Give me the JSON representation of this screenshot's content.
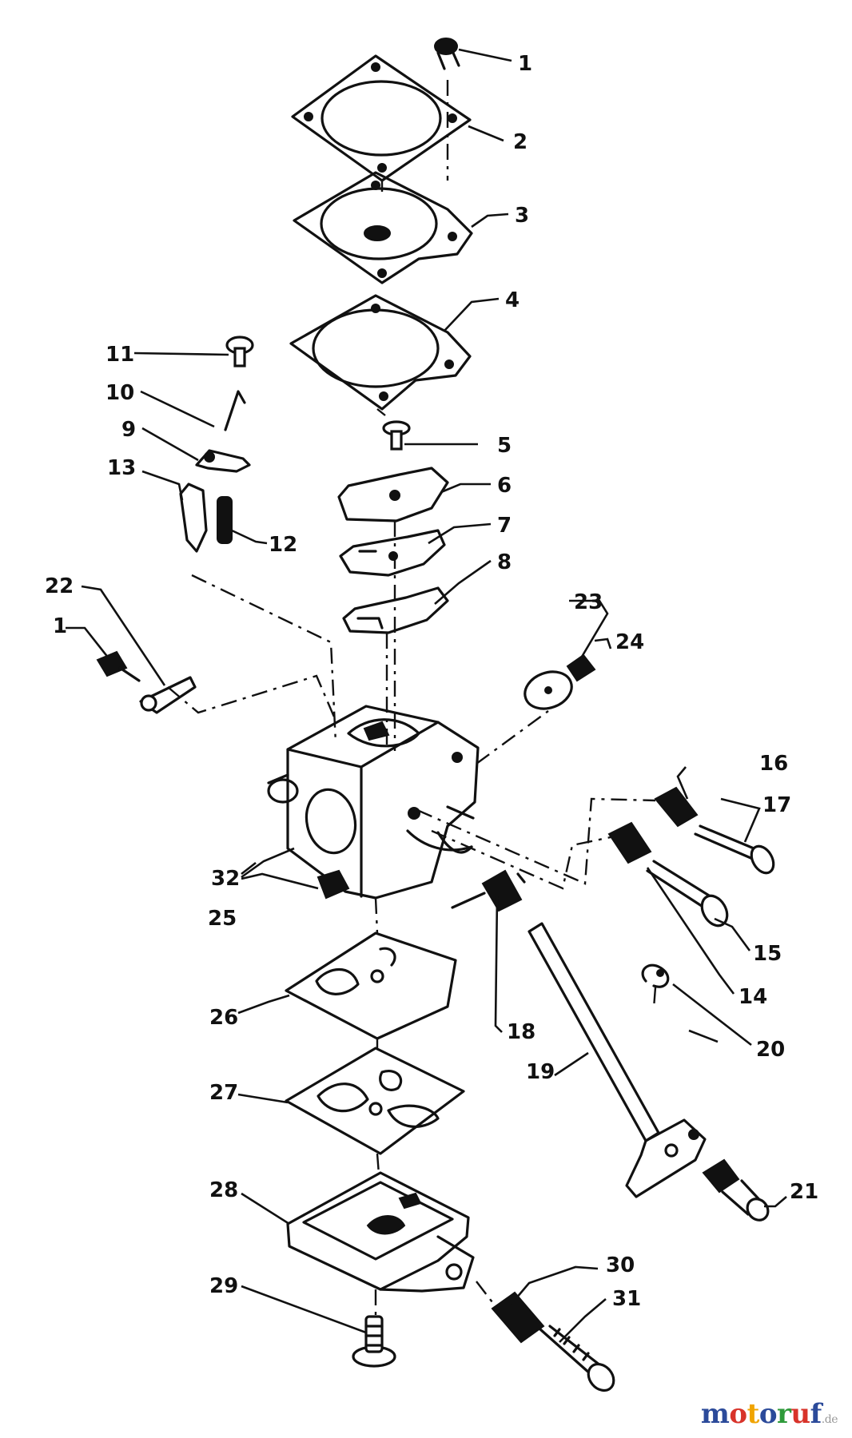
{
  "callouts": {
    "c1a": "1",
    "c2": "2",
    "c3": "3",
    "c4": "4",
    "c5": "5",
    "c6": "6",
    "c7": "7",
    "c8": "8",
    "c9": "9",
    "c10": "10",
    "c11": "11",
    "c12": "12",
    "c13": "13",
    "c14": "14",
    "c15": "15",
    "c16": "16",
    "c17": "17",
    "c18": "18",
    "c19": "19",
    "c20": "20",
    "c21": "21",
    "c22": "22",
    "c1b": "1",
    "c23": "23",
    "c24": "24",
    "c25": "25",
    "c26": "26",
    "c27": "27",
    "c28": "28",
    "c29": "29",
    "c30": "30",
    "c31": "31",
    "c32": "32"
  },
  "watermark": {
    "letters": [
      "m",
      "o",
      "t",
      "o",
      "r",
      "u",
      "f"
    ],
    "letter_colors": [
      "#2b4a9a",
      "#d8332a",
      "#f0a400",
      "#2b4a9a",
      "#2e9a3a",
      "#d8332a",
      "#2b4a9a"
    ],
    "suffix": ".de"
  }
}
